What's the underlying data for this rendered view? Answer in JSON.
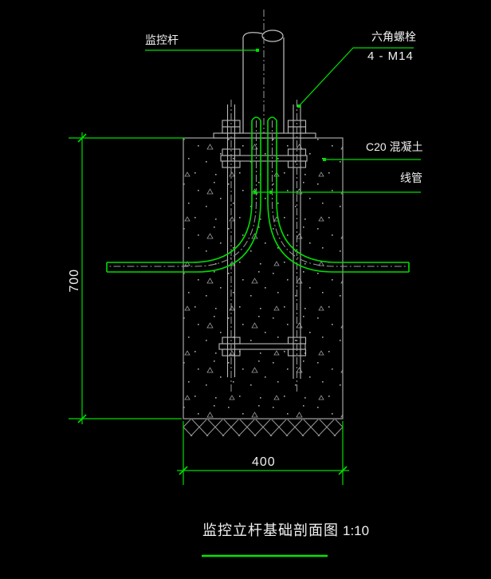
{
  "drawing": {
    "background": "#000000",
    "colors": {
      "accent_green": "#00dc00",
      "line_gray": "#b9b9b9",
      "dash_gray": "#9a9a9a",
      "text_white": "#f0f0f0"
    },
    "annotations": {
      "pole_label": "监控杆",
      "bolt_label": "六角螺栓",
      "bolt_spec": "4 - M14",
      "concrete_label": "C20 混凝土",
      "conduit_label": "线管"
    },
    "dimensions": {
      "depth": "700",
      "width": "400"
    },
    "title": {
      "name": "监控立杆基础剖面图",
      "scale": "1:10"
    }
  }
}
